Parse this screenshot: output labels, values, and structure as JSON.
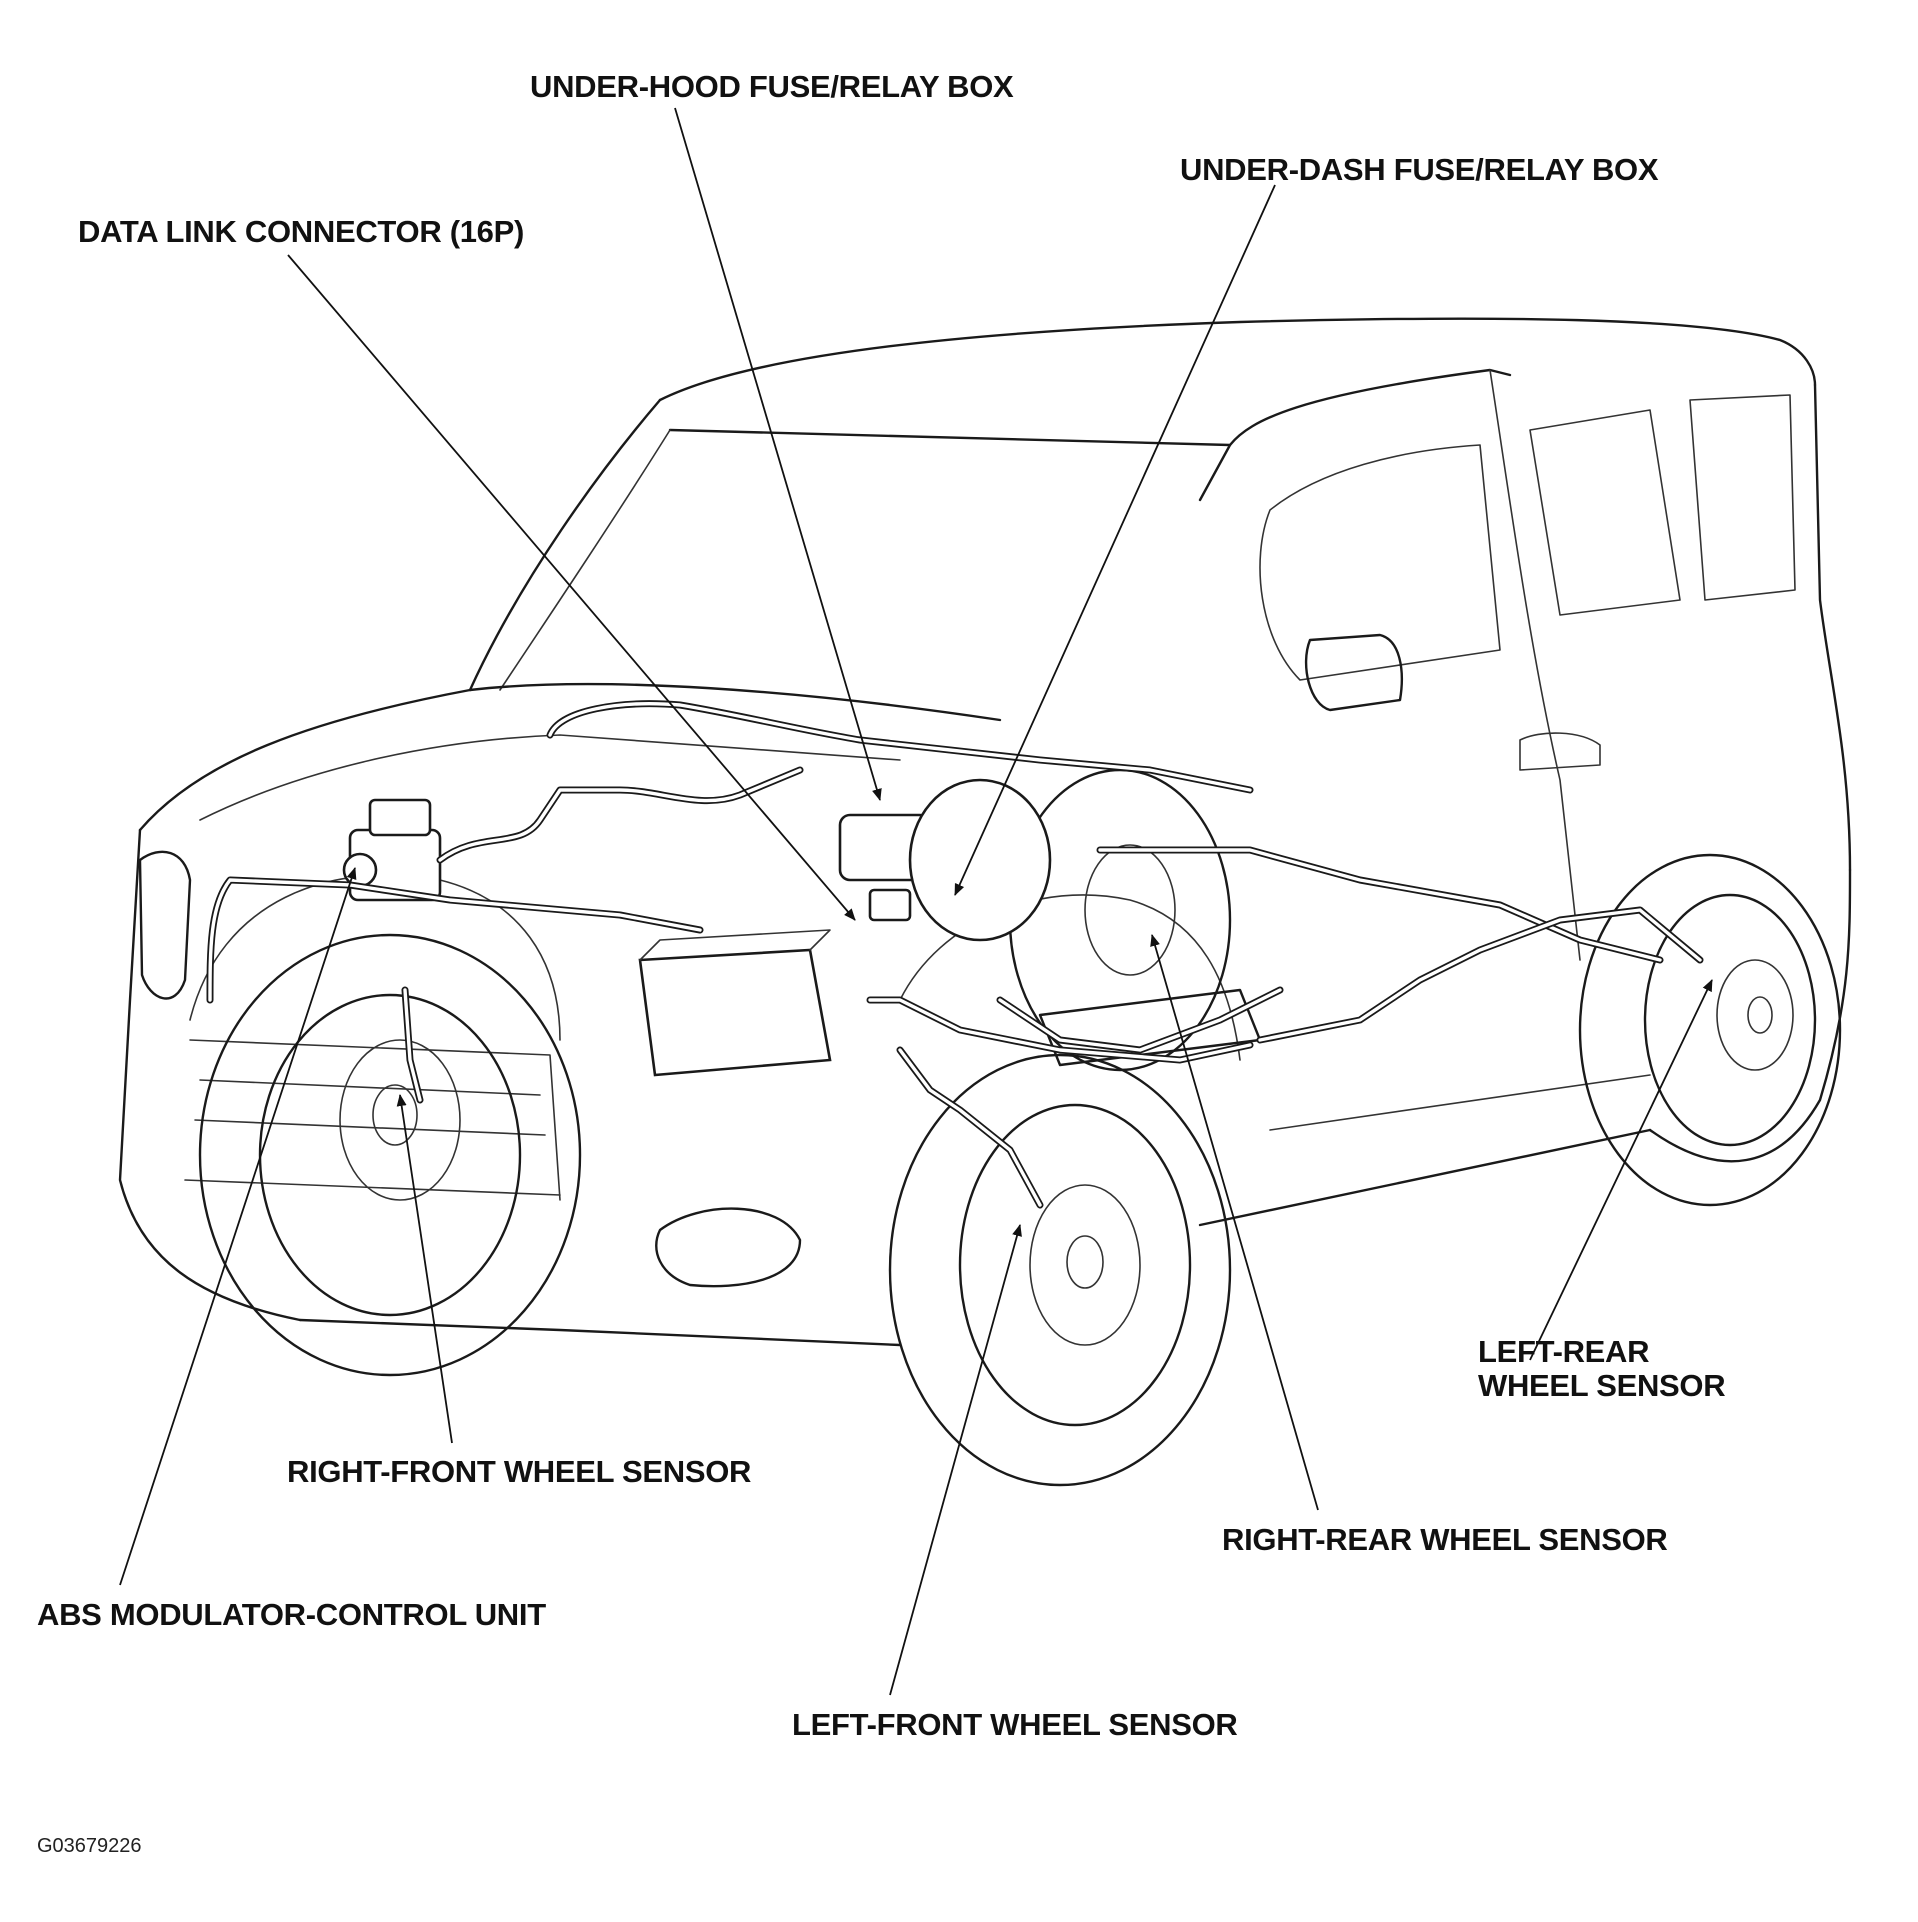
{
  "labels": {
    "under_hood_fuse_relay_box": "UNDER-HOOD FUSE/RELAY BOX",
    "under_dash_fuse_relay_box": "UNDER-DASH FUSE/RELAY BOX",
    "data_link_connector": "DATA LINK CONNECTOR (16P)",
    "left_rear_wheel_sensor_line1": "LEFT-REAR",
    "left_rear_wheel_sensor_line2": "WHEEL SENSOR",
    "right_front_wheel_sensor": "RIGHT-FRONT WHEEL SENSOR",
    "right_rear_wheel_sensor": "RIGHT-REAR WHEEL SENSOR",
    "abs_modulator_control_unit": "ABS MODULATOR-CONTROL UNIT",
    "left_front_wheel_sensor": "LEFT-FRONT WHEEL SENSOR"
  },
  "figure_id": "G03679226",
  "icons": {
    "vehicle": "vehicle-outline-icon",
    "arrow": "leader-arrow-icon"
  },
  "colors": {
    "line": "#1a1a1a",
    "background": "#ffffff"
  }
}
